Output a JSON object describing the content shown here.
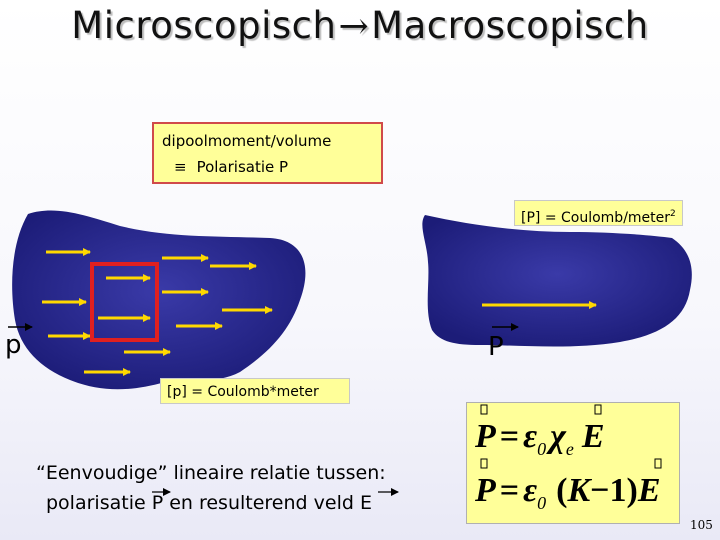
{
  "title": {
    "left": "Microscopisch",
    "arrow": "→",
    "right": "Macroscopisch"
  },
  "definition": {
    "line1": "dipoolmoment/volume",
    "equiv": "≡",
    "line2": "Polarisatie P"
  },
  "units": {
    "P_prefix": "[P] = Coulomb/meter",
    "P_exponent": "2",
    "p": "[p] = Coulomb*meter"
  },
  "labels": {
    "micro": "p",
    "macro": "P"
  },
  "caption": {
    "line1": "“Eenvoudige” lineaire relatie tussen:",
    "line2": "polarisatie P en resulterend veld E"
  },
  "equations": {
    "eq1": "P = ε0 χe E",
    "eq2": "P = ε0 (K − 1) E"
  },
  "page_number": "105",
  "colors": {
    "region": "#2b2b8c",
    "arrow": "#ffd800",
    "highlight": "#e02020",
    "box": "#ffff99"
  }
}
